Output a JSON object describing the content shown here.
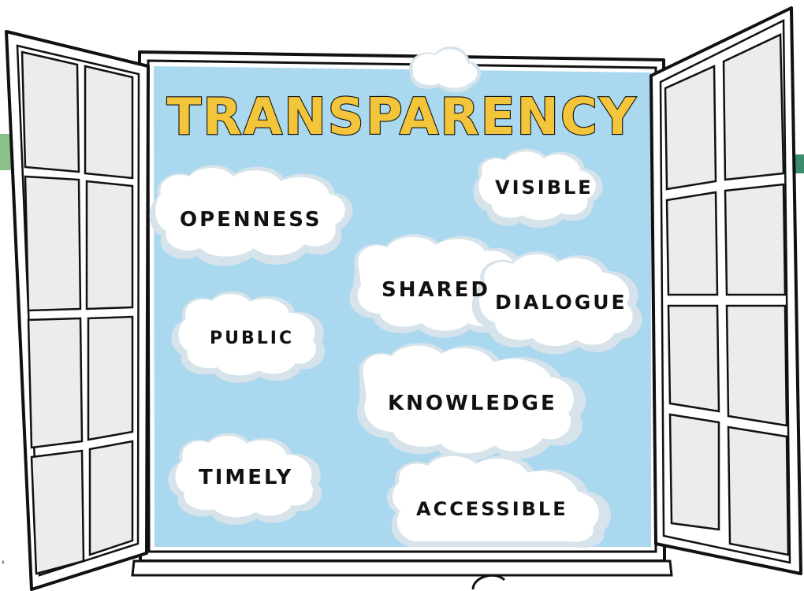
{
  "title": "TRANSPARENCY",
  "words": {
    "openness": "OPENNESS",
    "visible": "VISIBLE",
    "shared": "SHARED",
    "dialogue": "DIALOGUE",
    "public": "PUBLIC",
    "knowledge": "KNOWLEDGE",
    "timely": "TIMELY",
    "accessible": "ACCESSIBLE"
  },
  "colors": {
    "sky": "#a9d8ef",
    "cloud": "#ffffff",
    "cloud_shadow": "#d7e3ea",
    "title_fill": "#f3c53a",
    "outline": "#111111",
    "pane": "#ececec",
    "band": "#8cc08a",
    "band_right": "#3c8c6e"
  }
}
